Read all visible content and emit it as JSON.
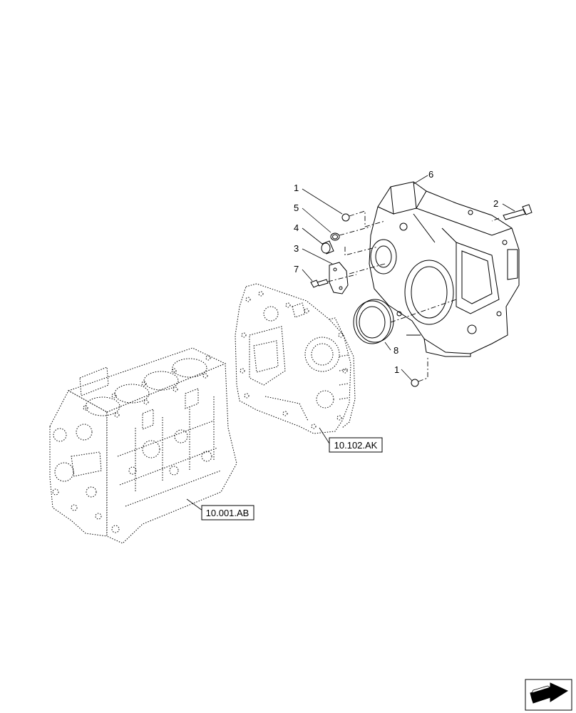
{
  "callouts": {
    "c1a": "1",
    "c5": "5",
    "c4": "4",
    "c3": "3",
    "c7": "7",
    "c6": "6",
    "c2": "2",
    "c8": "8",
    "c1b": "1"
  },
  "references": {
    "front_plate": "10.102.AK",
    "engine_block": "10.001.AB"
  },
  "icons": {
    "nav": "next-page-arrow-icon"
  }
}
